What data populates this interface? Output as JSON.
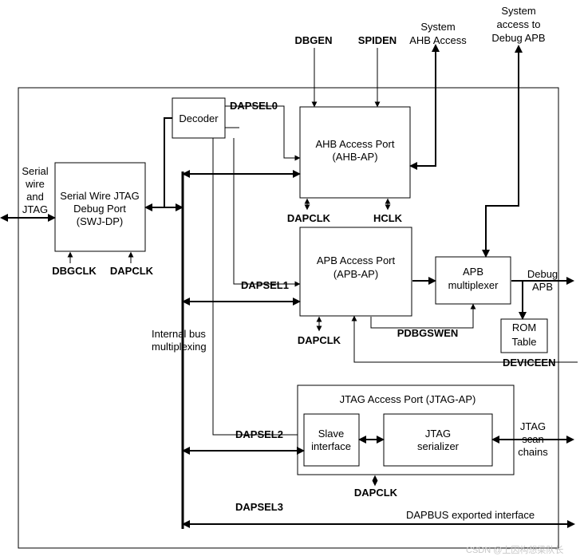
{
  "blocks": {
    "decoder": "Decoder",
    "ahb_ap": [
      "AHB Access Port",
      "(AHB-AP)"
    ],
    "apb_ap": [
      "APB Access Port",
      "(APB-AP)"
    ],
    "swj_dp": [
      "Serial Wire JTAG",
      "Debug Port",
      "(SWJ-DP)"
    ],
    "apb_mux": [
      "APB",
      "multiplexer"
    ],
    "rom_table": [
      "ROM",
      "Table"
    ],
    "jtag_ap": "JTAG Access Port (JTAG-AP)",
    "slave_if": [
      "Slave",
      "interface"
    ],
    "jtag_ser": [
      "JTAG",
      "serializer"
    ]
  },
  "signals": {
    "dbgen": "DBGEN",
    "spiden": "SPIDEN",
    "dapsel0": "DAPSEL0",
    "dapsel1": "DAPSEL1",
    "dapsel2": "DAPSEL2",
    "dapsel3": "DAPSEL3",
    "dapclk_ahb": "DAPCLK",
    "hclk": "HCLK",
    "dapclk_apb": "DAPCLK",
    "pdbgswen": "PDBGSWEN",
    "deviceen": "DEVICEEN",
    "dapclk_jtag": "DAPCLK",
    "dbgclk": "DBGCLK",
    "dapclk_swj": "DAPCLK"
  },
  "external": {
    "system_ahb": [
      "System",
      "AHB Access"
    ],
    "system_apb": [
      "System",
      "access to",
      "Debug APB"
    ],
    "serial_wire": [
      "Serial",
      "wire",
      "and",
      "JTAG"
    ],
    "debug_apb": [
      "Debug",
      "APB"
    ],
    "jtag_scan": [
      "JTAG",
      "scan",
      "chains"
    ],
    "internal_bus": [
      "Internal bus",
      "multiplexing"
    ],
    "dapbus": "DAPBUS exported interface"
  },
  "watermark": "CSDN @上因构想梁队长"
}
